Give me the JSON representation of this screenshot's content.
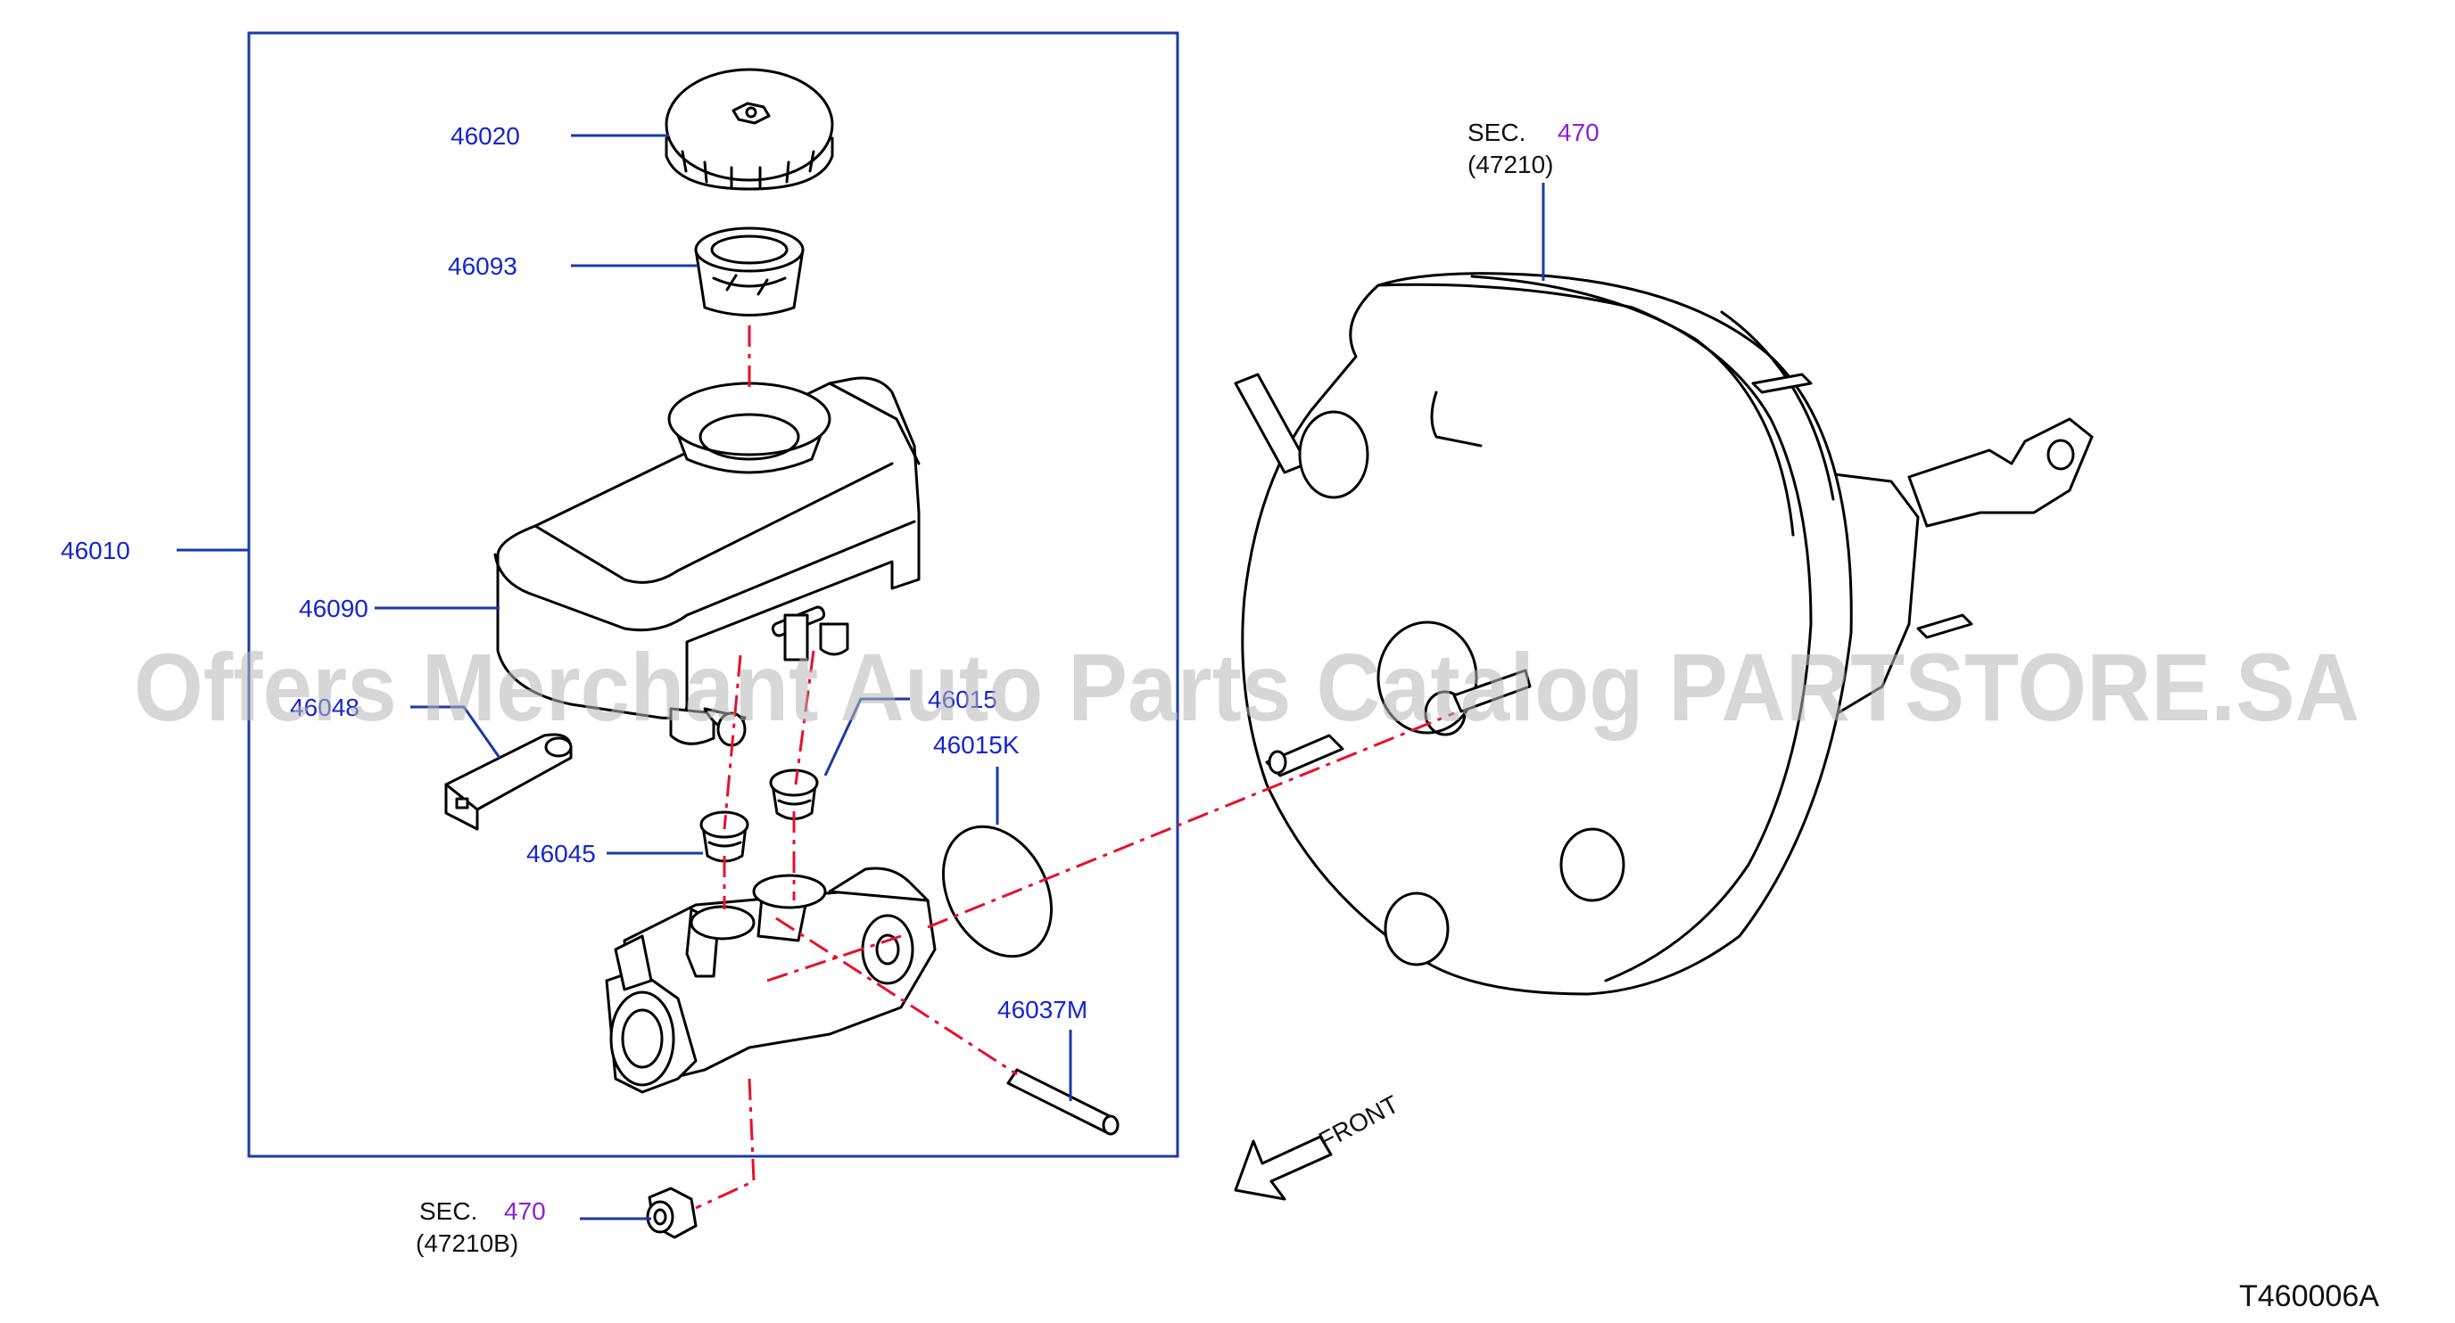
{
  "parts": {
    "cap": "46020",
    "strainer": "46093",
    "master_cylinder": "46010",
    "reservoir": "46090",
    "sensor": "46048",
    "grommet_right": "46015",
    "oring": "46015K",
    "grommet_left": "46045",
    "pin": "46037M"
  },
  "sec_ref_top": {
    "prefix": "SEC.",
    "section": "470",
    "part": "(47210)"
  },
  "sec_ref_bottom": {
    "prefix": "SEC.",
    "section": "470",
    "part": "(47210B)"
  },
  "direction_label": "FRONT",
  "diagram_code": "T460006A",
  "watermark": "Offers Merchant Auto Parts Catalog PARTSTORE.SA",
  "colors": {
    "label": "#1426d0",
    "section_link": "#8a20d8",
    "frame": "#1a3aa8",
    "axis_line": "#e8102a"
  }
}
